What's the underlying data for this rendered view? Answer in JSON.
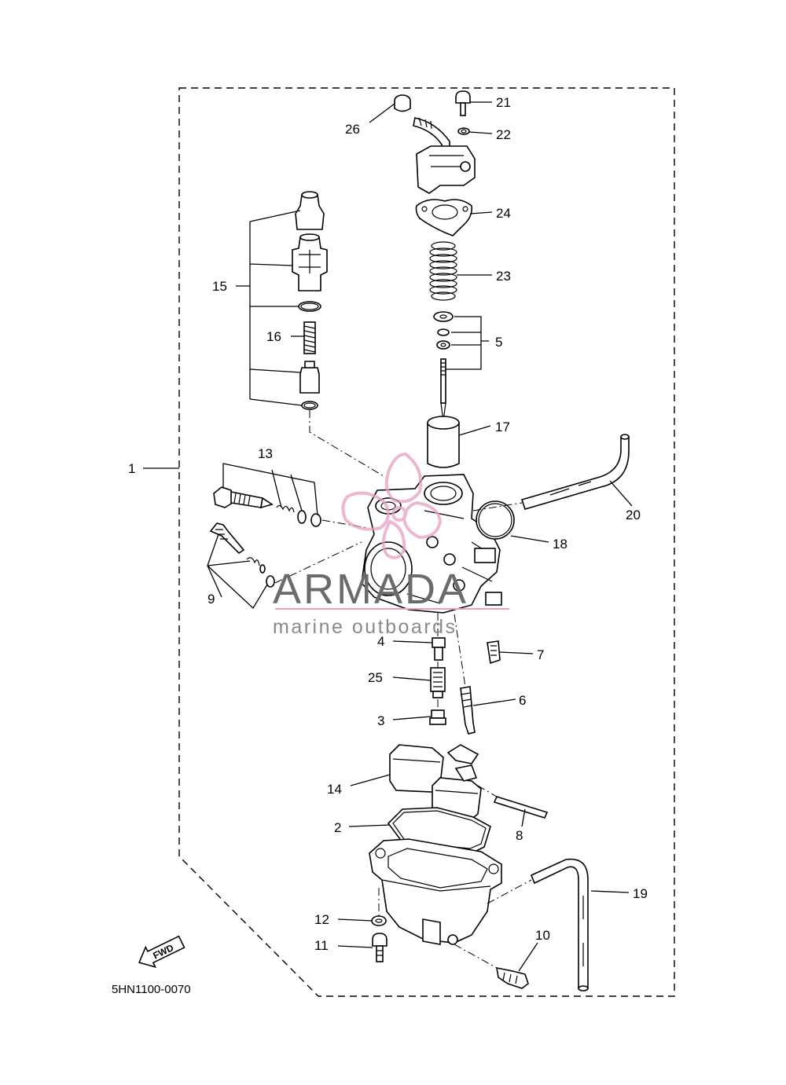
{
  "diagram_code": "5HN1100-0070",
  "fwd_label": "FWD",
  "watermark": {
    "brand": "ARMADA",
    "tagline": "marine outboards",
    "accent_color": "#e8a0c4"
  },
  "callouts": {
    "c1": "1",
    "c2": "2",
    "c3": "3",
    "c4": "4",
    "c5": "5",
    "c6": "6",
    "c7": "7",
    "c8": "8",
    "c9": "9",
    "c10": "10",
    "c11": "11",
    "c12": "12",
    "c13": "13",
    "c14": "14",
    "c15": "15",
    "c16": "16",
    "c17": "17",
    "c18": "18",
    "c19": "19",
    "c20": "20",
    "c21": "21",
    "c22": "22",
    "c23": "23",
    "c24": "24",
    "c25": "25",
    "c26": "26"
  }
}
